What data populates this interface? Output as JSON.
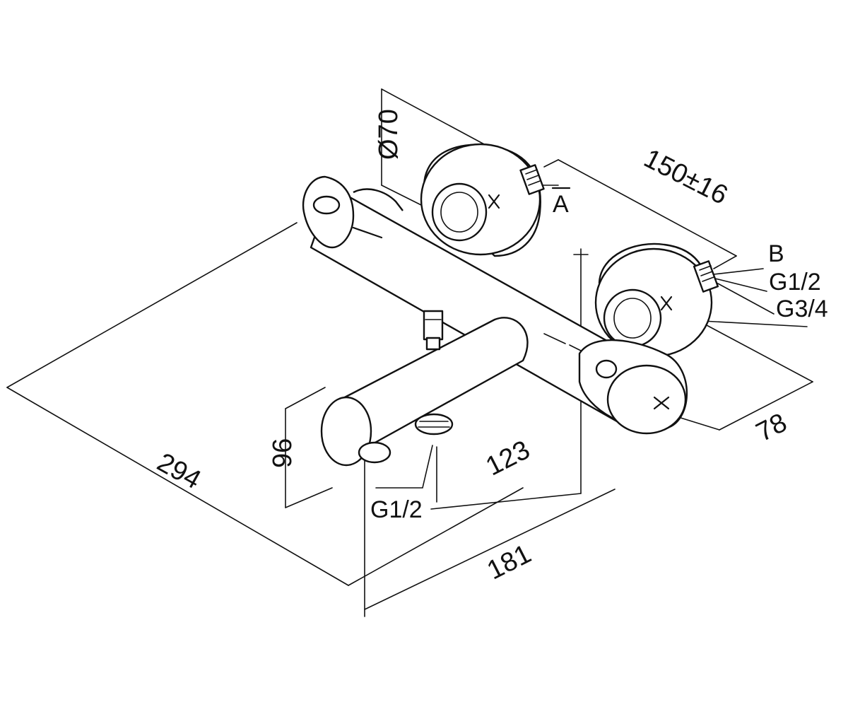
{
  "dimensions": {
    "d294": "294",
    "d96": "96",
    "d123": "123",
    "d181": "181",
    "d78": "78",
    "d150": "150±16",
    "d70": "Ø70"
  },
  "labels": {
    "a": "A",
    "b": "B",
    "g12_right": "G1/2",
    "g34": "G3/4",
    "g12_bottom": "G1/2"
  }
}
